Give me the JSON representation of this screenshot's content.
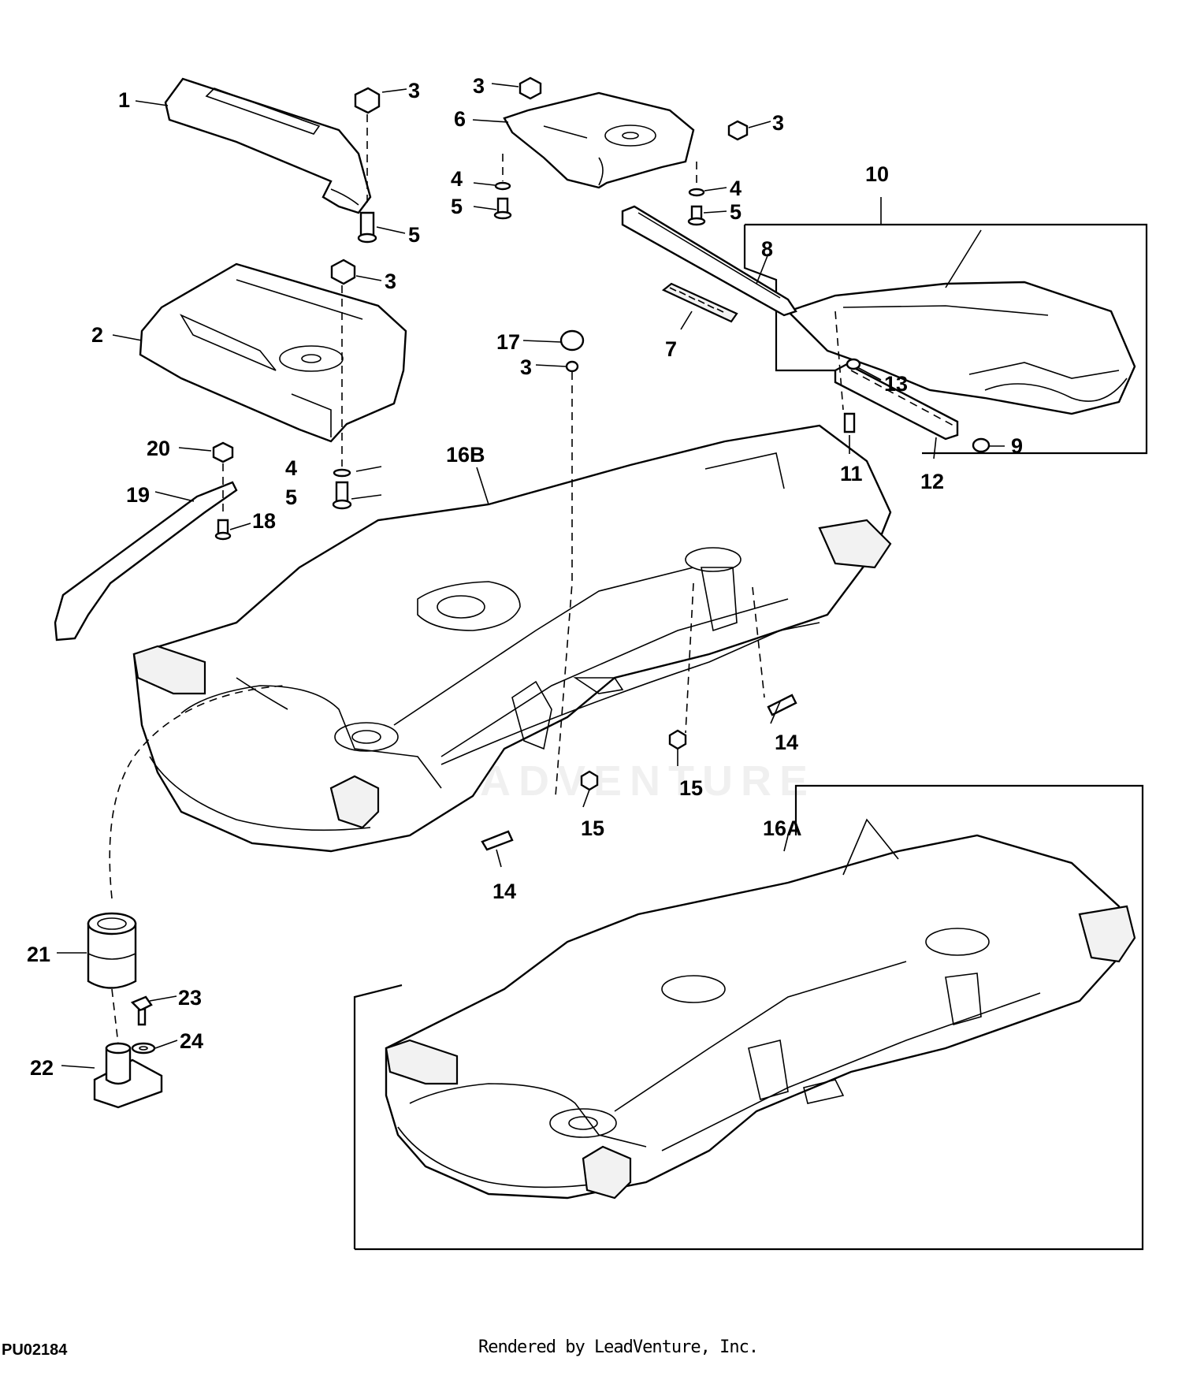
{
  "diagram": {
    "callouts": [
      {
        "id": "c1",
        "text": "1"
      },
      {
        "id": "c2",
        "text": "2"
      },
      {
        "id": "c3a",
        "text": "3"
      },
      {
        "id": "c3b",
        "text": "3"
      },
      {
        "id": "c3c",
        "text": "3"
      },
      {
        "id": "c3d",
        "text": "3"
      },
      {
        "id": "c3e",
        "text": "3"
      },
      {
        "id": "c4a",
        "text": "4"
      },
      {
        "id": "c4b",
        "text": "4"
      },
      {
        "id": "c4c",
        "text": "4"
      },
      {
        "id": "c5a",
        "text": "5"
      },
      {
        "id": "c5b",
        "text": "5"
      },
      {
        "id": "c5c",
        "text": "5"
      },
      {
        "id": "c5d",
        "text": "5"
      },
      {
        "id": "c6",
        "text": "6"
      },
      {
        "id": "c7",
        "text": "7"
      },
      {
        "id": "c8",
        "text": "8"
      },
      {
        "id": "c9",
        "text": "9"
      },
      {
        "id": "c10",
        "text": "10"
      },
      {
        "id": "c11",
        "text": "11"
      },
      {
        "id": "c12",
        "text": "12"
      },
      {
        "id": "c13",
        "text": "13"
      },
      {
        "id": "c14a",
        "text": "14"
      },
      {
        "id": "c14b",
        "text": "14"
      },
      {
        "id": "c15a",
        "text": "15"
      },
      {
        "id": "c15b",
        "text": "15"
      },
      {
        "id": "c16a",
        "text": "16A"
      },
      {
        "id": "c16b",
        "text": "16B"
      },
      {
        "id": "c17",
        "text": "17"
      },
      {
        "id": "c18",
        "text": "18"
      },
      {
        "id": "c19",
        "text": "19"
      },
      {
        "id": "c20",
        "text": "20"
      },
      {
        "id": "c21",
        "text": "21"
      },
      {
        "id": "c22",
        "text": "22"
      },
      {
        "id": "c23",
        "text": "23"
      },
      {
        "id": "c24",
        "text": "24"
      }
    ],
    "watermark": "LEADVENTURE"
  },
  "footer": {
    "code": "PU02184",
    "rendered_by": "Rendered by LeadVenture, Inc."
  }
}
